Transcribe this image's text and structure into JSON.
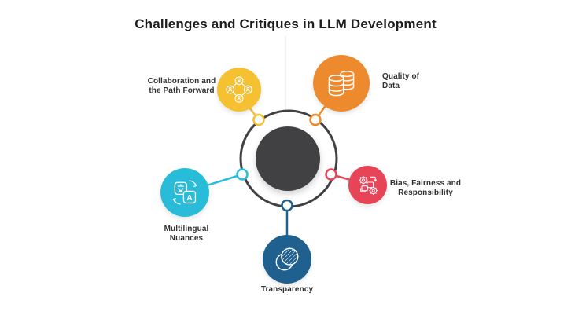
{
  "title": {
    "regular": "Challenges and Critiques in",
    "bold": "LLM Development"
  },
  "center": {
    "fill": "#414042",
    "ring_color": "#414042"
  },
  "items": [
    {
      "id": "collaboration",
      "label": "Collaboration and the Path Forward",
      "color": "#F5C132",
      "icon": "people-network-icon"
    },
    {
      "id": "quality-of-data",
      "label": "Quality of Data",
      "color": "#EE8A2E",
      "icon": "database-icon"
    },
    {
      "id": "bias-fairness",
      "label": "Bias, Fairness and Responsibility",
      "color": "#E84458",
      "icon": "gears-process-icon"
    },
    {
      "id": "multilingual",
      "label": "Multilingual Nuances",
      "color": "#29BCD8",
      "icon": "translate-icon"
    },
    {
      "id": "transparency",
      "label": "Transparency",
      "color": "#1F608F",
      "icon": "transparency-icon"
    }
  ]
}
